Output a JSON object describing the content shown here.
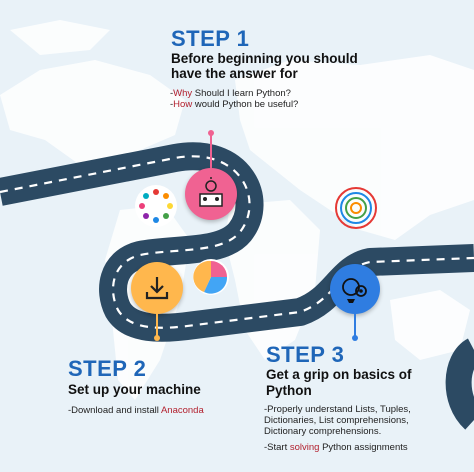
{
  "step1": {
    "title": "STEP 1",
    "subtitle_line1": "Before beginning you should",
    "subtitle_line2": "have the answer for",
    "bullets": [
      {
        "prefix": "-",
        "highlight": "Why",
        "rest": " Should I learn Python?"
      },
      {
        "prefix": "-",
        "highlight": "How",
        "rest": " would Python be useful?"
      }
    ]
  },
  "step2": {
    "title": "STEP 2",
    "subtitle": "Set up your machine",
    "bullet_prefix": "-Download and install ",
    "bullet_highlight": "Anaconda"
  },
  "step3": {
    "title": "STEP 3",
    "subtitle_line1": "Get a grip on basics of",
    "subtitle_line2": "Python",
    "bullets": [
      "-Properly understand Lists, Tuples,",
      "Dictionaries, List comprehensions,",
      "Dictionary comprehensions."
    ],
    "last_prefix": "-Start ",
    "last_highlight": "solving",
    "last_rest": " Python assignments"
  },
  "icons": {
    "step1": "teacher-board-icon",
    "step2": "download-icon",
    "step3": "brain-gear-icon"
  },
  "colors": {
    "road": "#2c4a63",
    "title": "#1f66b8",
    "highlight": "#b21f2d",
    "pin1": "#f06292",
    "pin2": "#ffb74d",
    "pin3": "#2f7de1"
  }
}
